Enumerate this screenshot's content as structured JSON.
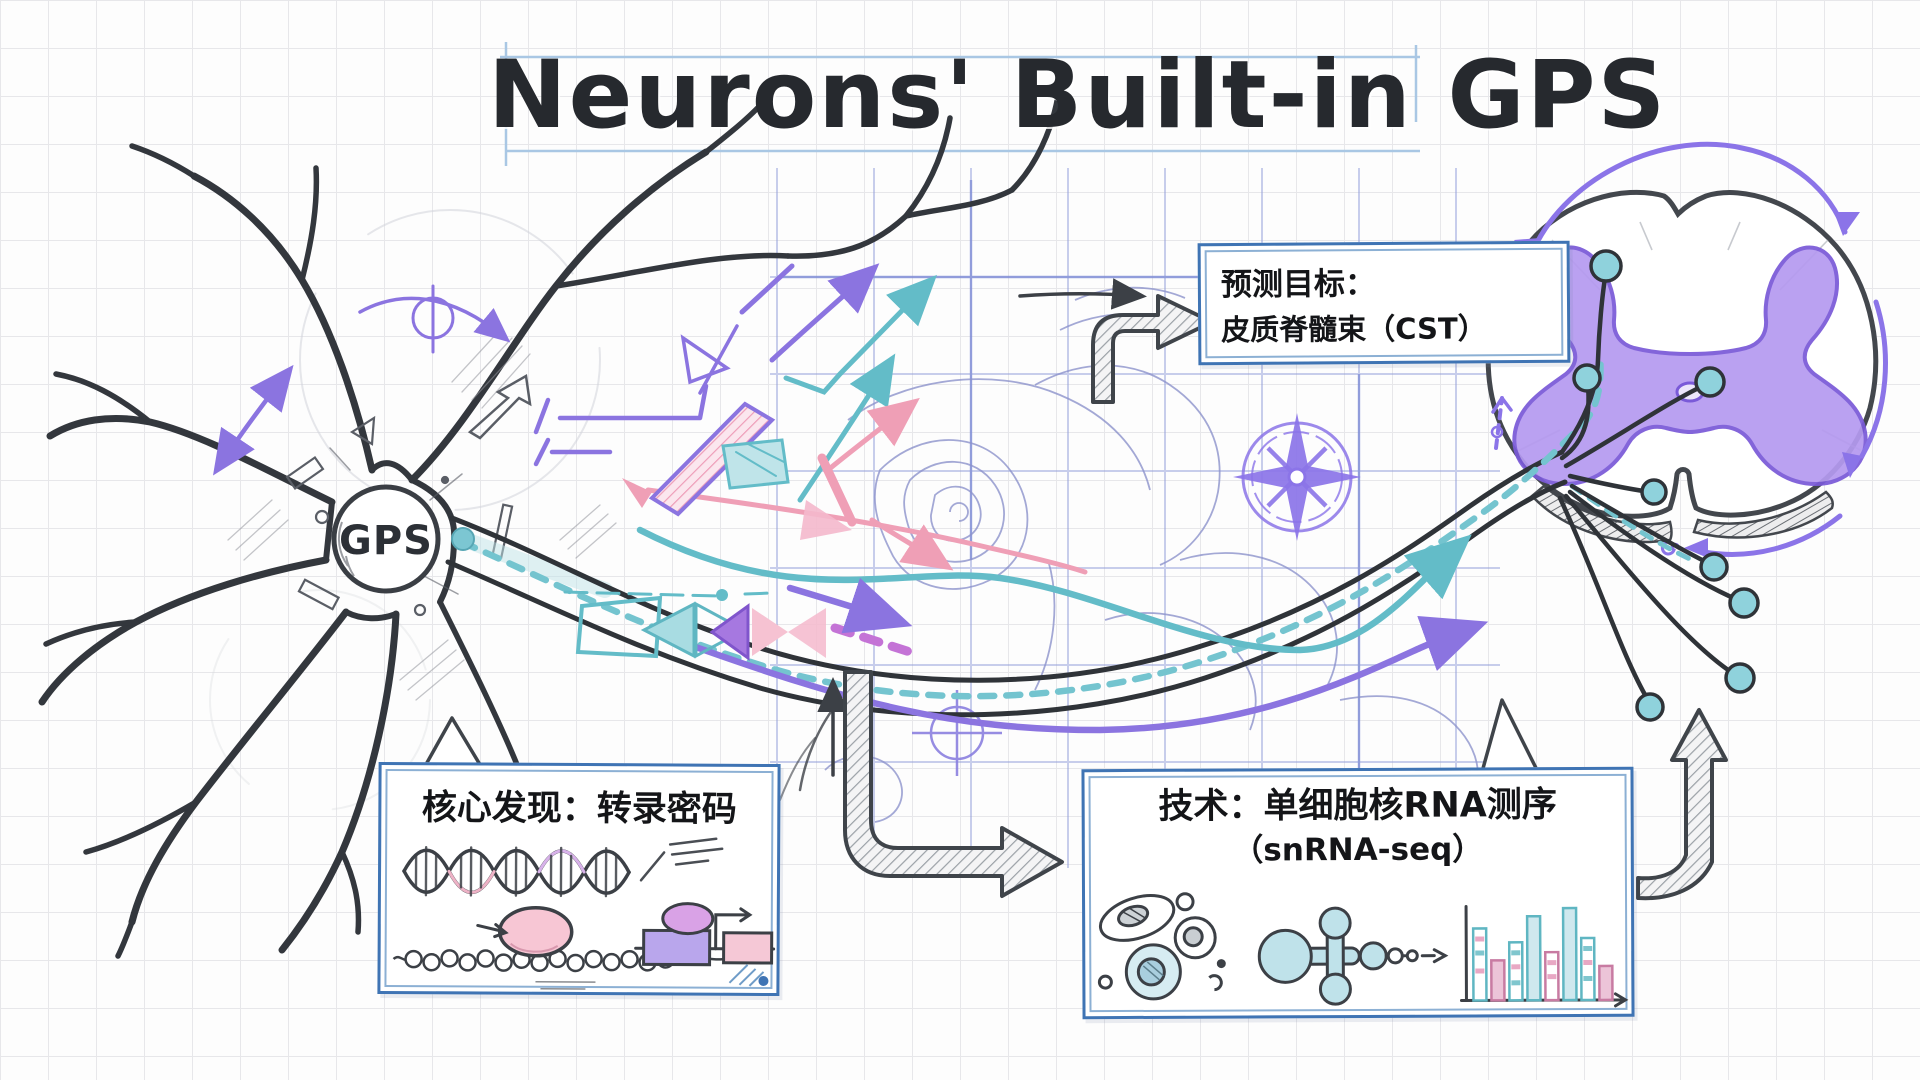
{
  "title": "Neurons' Built-in GPS",
  "neuron": {
    "soma_label": "GPS"
  },
  "boxes": {
    "prediction": {
      "line1": "预测目标：",
      "line2": "皮质脊髓束（CST）"
    },
    "discovery": {
      "title": "核心发现：转录密码"
    },
    "technique": {
      "line1": "技术：单细胞核RNA测序",
      "line2": "（snRNA-seq）"
    }
  },
  "icons": [
    "neuron-sketch",
    "gps-soma-badge",
    "axon-path",
    "axon-terminal-bulbs",
    "spinal-cord-cross-section",
    "gray-matter-butterfly",
    "rotation-arrows",
    "compass-rose-icon",
    "topographic-contours",
    "map-grid",
    "crosshair-icon",
    "big-curved-arrow-to-prediction",
    "big-curved-arrow-to-technique",
    "big-curved-arrow-to-spinal-cord",
    "thin-right-arrow",
    "thin-up-arrow",
    "teal-flow-arrow",
    "purple-flow-arrow",
    "pink-flow-arrow",
    "dna-helix-icon",
    "nucleosome-beads-icon",
    "rna-polymerase-icon",
    "gene-diagram-icon",
    "cell-cluster-icon",
    "microfluidic-chip-icon",
    "bar-chart-icon",
    "speech-pointer",
    "blueprint-guides"
  ],
  "palette": {
    "pencil": "#33373d",
    "purple": "#8b74e0",
    "purple_fill": "#b59af0",
    "teal": "#63bcc8",
    "teal_fill": "#a9dbe3",
    "pink": "#ef9fb6",
    "pink_fill": "#f6c8d6",
    "magenta": "#c473d6",
    "blueprint_blue": "#3f74b4",
    "guide_blue": "#a9c7e4",
    "map_grid_blue": "#929edb",
    "contour_blue": "#8d93cc"
  }
}
